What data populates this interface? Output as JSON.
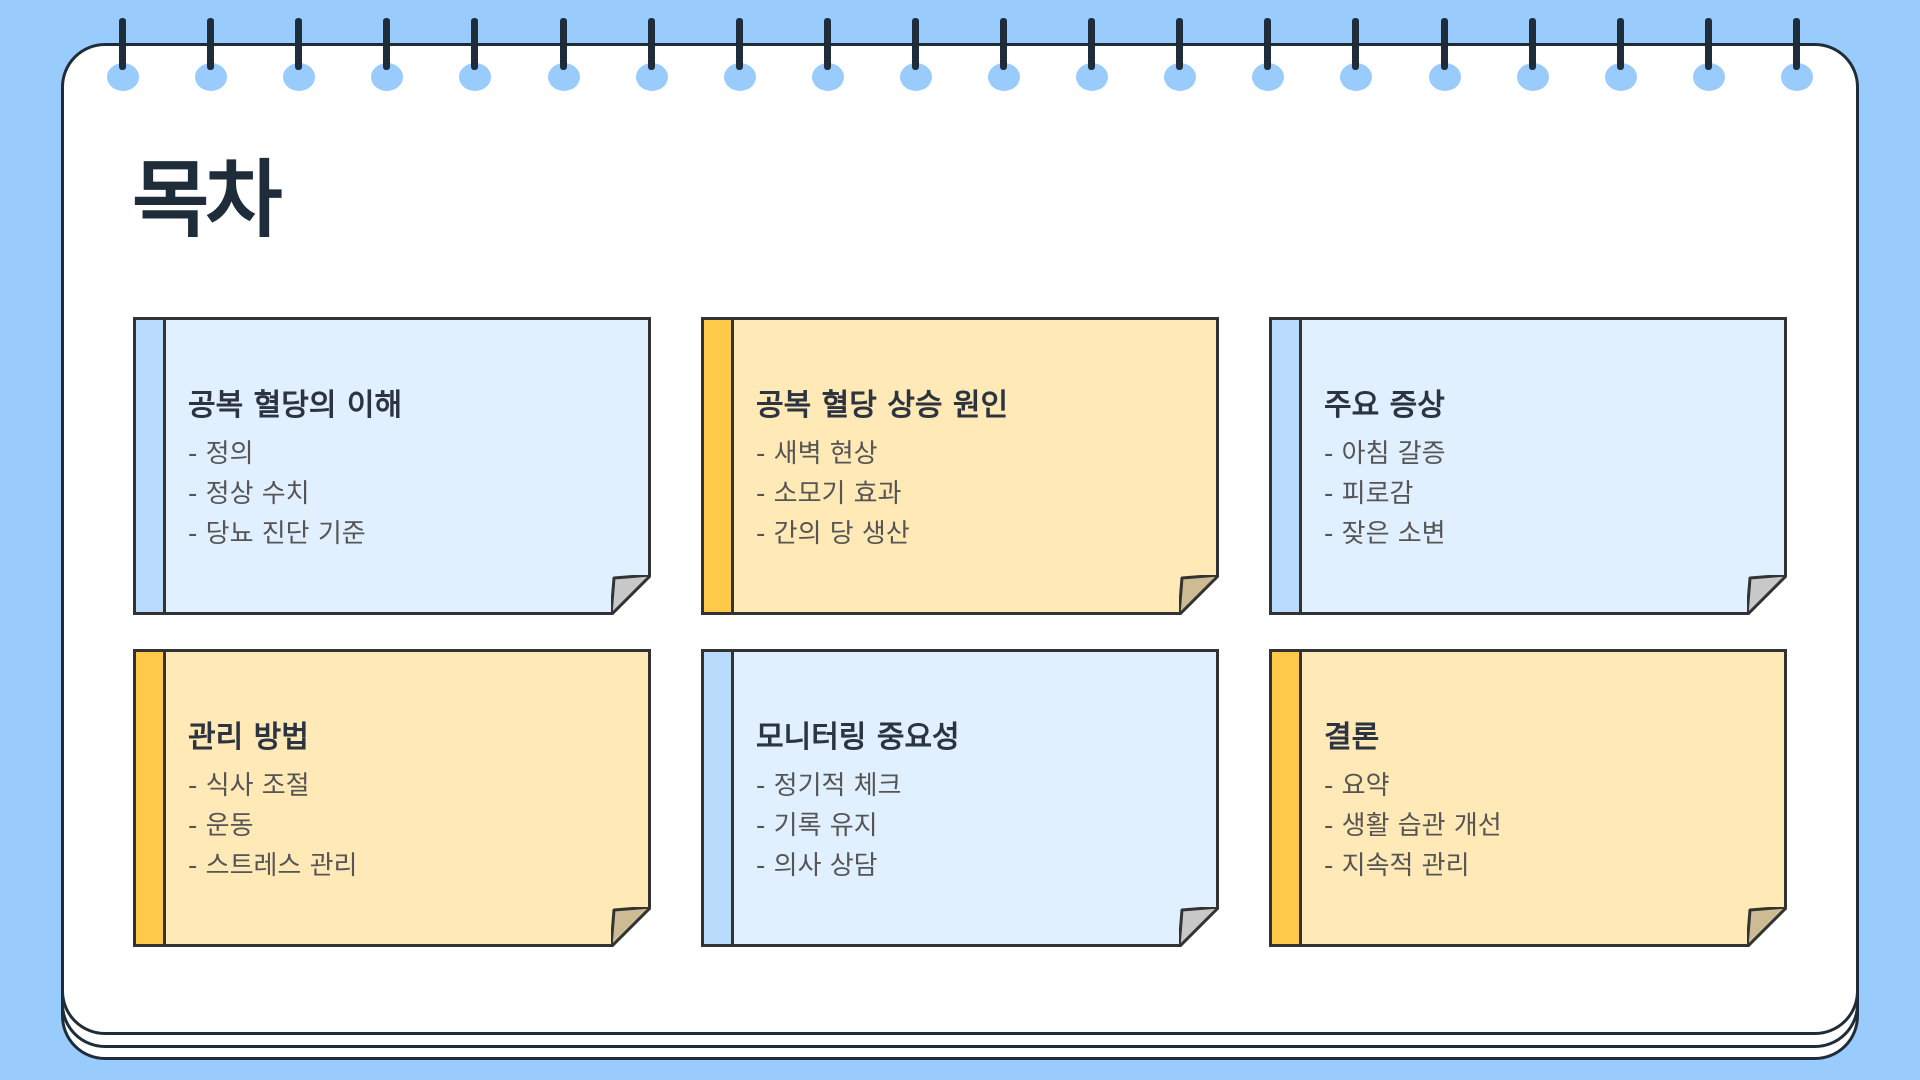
{
  "title": "목차",
  "cards": [
    {
      "title": "공복 혈당의 이해",
      "items": [
        "- 정의",
        "- 정상 수치",
        "- 당뇨 진단 기준"
      ]
    },
    {
      "title": "공복 혈당 상승 원인",
      "items": [
        "- 새벽 현상",
        "- 소모기 효과",
        "- 간의 당 생산"
      ]
    },
    {
      "title": "주요 증상",
      "items": [
        "- 아침 갈증",
        "- 피로감",
        "- 잦은 소변"
      ]
    },
    {
      "title": "관리 방법",
      "items": [
        "- 식사 조절",
        "- 운동",
        "- 스트레스 관리"
      ]
    },
    {
      "title": "모니터링 중요성",
      "items": [
        "- 정기적 체크",
        "- 기록 유지",
        "- 의사 상담"
      ]
    },
    {
      "title": "결론",
      "items": [
        "- 요약",
        "- 생활 습관 개선",
        "- 지속적 관리"
      ]
    }
  ],
  "colors": {
    "background": "#99CCFC",
    "ink": "#1F2D3A",
    "blue_card": "#E1F0FE",
    "blue_stripe": "#B9DBFC",
    "yellow_card": "#FFE9B6",
    "yellow_stripe": "#FFC94A"
  },
  "icons": {
    "binding": "spiral-ring-icon",
    "card_corner": "page-curl-icon"
  }
}
